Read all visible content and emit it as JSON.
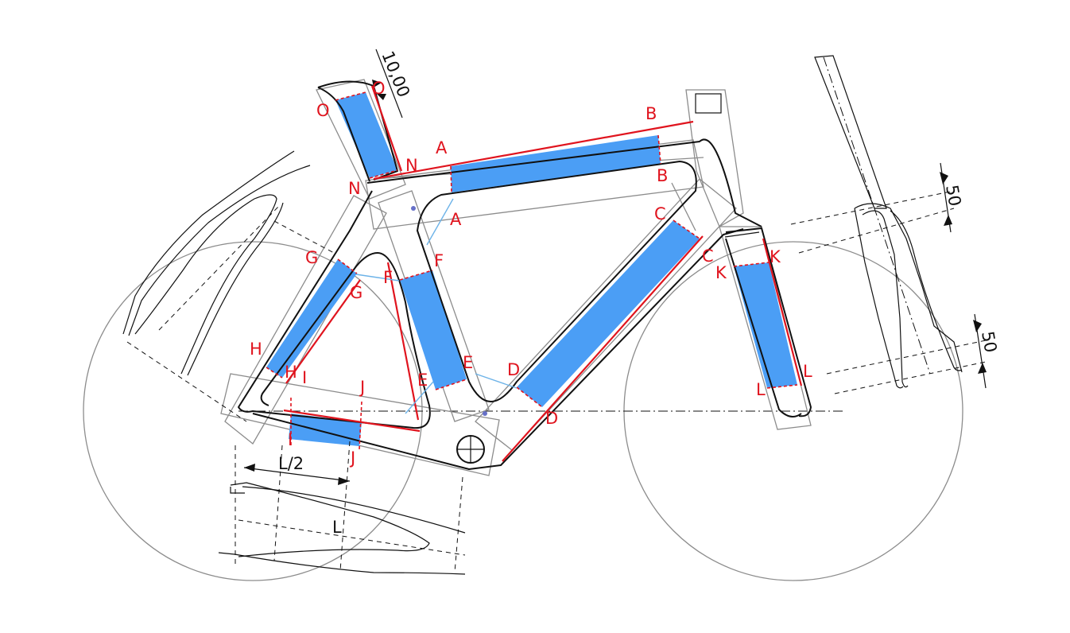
{
  "diagram": {
    "section_labels": [
      "A",
      "B",
      "C",
      "D",
      "E",
      "F",
      "G",
      "H",
      "I",
      "J",
      "K",
      "L",
      "N",
      "O"
    ],
    "dimensions": {
      "top_offset": "10,00",
      "fork_upper": "50",
      "fork_lower": "50",
      "half_length": "L/2",
      "length": "L"
    },
    "colors": {
      "zone_fill": "#4b9ef5",
      "section_line": "#e0141e",
      "frame_outline": "#111111",
      "construction": "#8c8c8c",
      "helper": "#6db3e8"
    }
  }
}
